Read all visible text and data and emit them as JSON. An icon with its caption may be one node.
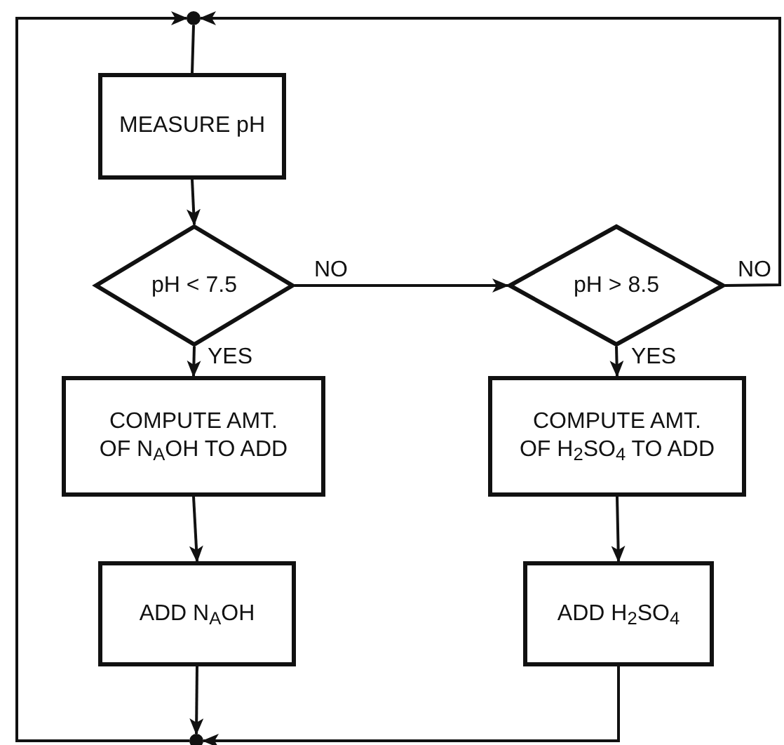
{
  "diagram": {
    "nodes": [
      {
        "text": [],
        "shape": "circle"
      },
      {
        "text": [
          "MEASURE pH"
        ]
      },
      {
        "text": [
          "pH < 7.5"
        ]
      },
      {
        "text": [
          "pH > 8.5"
        ]
      },
      {
        "text": [
          "COMPUTE AMT. OF N$_{A}$OH TO ADD"
        ]
      },
      {
        "text": [
          "COMPUTE AMT. OF H$_{2}$SO$_{4}$ TO ADD"
        ]
      },
      {
        "text": [
          "ADD N$_{A}$OH"
        ]
      },
      {
        "text": [
          "ADD H$_{2}$SO$_{4}$"
        ]
      },
      {
        "text": [],
        "shape": "circle"
      }
    ],
    "edges": [
      {
        "from": 0,
        "to": 1,
        "arrow": "none"
      },
      {
        "from": 1,
        "to": 2,
        "arrow": "to"
      },
      {
        "from": 2,
        "to": 3,
        "arrow": "to",
        "label": "NO"
      },
      {
        "from": 2,
        "to": 4,
        "arrow": "to",
        "label": "YES"
      },
      {
        "from": 3,
        "to": 5,
        "arrow": "to",
        "label": "YES"
      },
      {
        "from": 3,
        "to": 0,
        "arrow": "to",
        "label": "NO"
      },
      {
        "from": 4,
        "to": 6,
        "arrow": "to"
      },
      {
        "from": 6,
        "to": 8,
        "arrow": "to"
      },
      {
        "from": 7,
        "to": 8,
        "arrow": "to"
      },
      {
        "from": 8,
        "to": 0,
        "arrow": "to"
      },
      {
        "from": 5,
        "to": 7,
        "arrow": "to"
      }
    ]
  }
}
